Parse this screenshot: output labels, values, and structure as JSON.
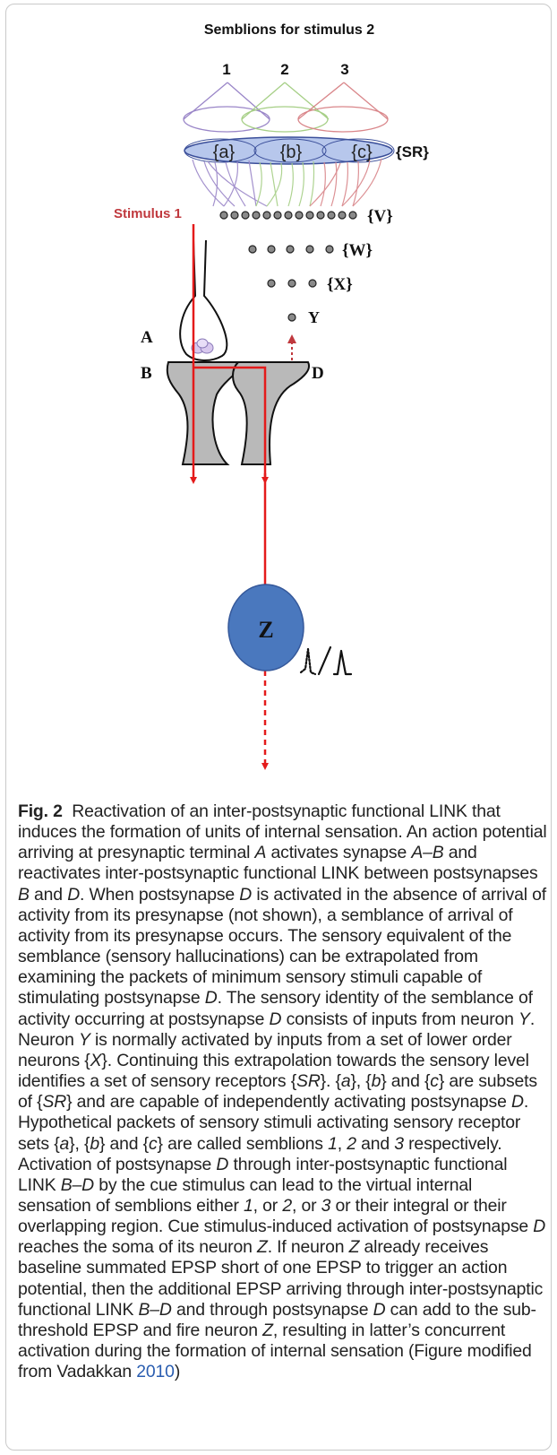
{
  "figure": {
    "title": "Semblions for stimulus 2",
    "semblion_numbers": [
      "1",
      "2",
      "3"
    ],
    "subset_labels": [
      "{a}",
      "{b}",
      "{c}"
    ],
    "sr_label": "{SR}",
    "stimulus_label": "Stimulus 1",
    "row_labels": {
      "v": "{V}",
      "w": "{W}",
      "x": "{X}",
      "y": "Y"
    },
    "synapse_labels": {
      "a": "A",
      "b": "B",
      "d": "D"
    },
    "neuron_label": "Z",
    "colors": {
      "purple": "#9a86c8",
      "green": "#a6cf86",
      "red_cone": "#d9868a",
      "sr_fill": "#b7c7ec",
      "sr_stroke": "#3b4f9a",
      "stimulus": "#e41b1b",
      "stimulus_label": "#c0393e",
      "neuron_z": "#4a78be",
      "synapse_fill": "#b9b9b9",
      "vesicle": "#d8c8ee"
    }
  },
  "caption": {
    "fig_label": "Fig. 2",
    "segments": [
      {
        "t": "Reactivation of an inter-postsynaptic functional LINK that induces the formation of units of internal sensation. An action potential arriving at presynaptic terminal "
      },
      {
        "t": "A",
        "i": true
      },
      {
        "t": " activates synapse "
      },
      {
        "t": "A–B",
        "i": true
      },
      {
        "t": " and reactivates inter-postsynaptic functional LINK between postsynapses "
      },
      {
        "t": "B",
        "i": true
      },
      {
        "t": " and "
      },
      {
        "t": "D",
        "i": true
      },
      {
        "t": ". When postsynapse "
      },
      {
        "t": "D",
        "i": true
      },
      {
        "t": " is activated in the absence of arrival of activity from its presynapse (not shown), a semblance of arrival of activity from its presynapse occurs. The sensory equivalent of the semblance (sensory hallucinations) can be extrapolated from examining the packets of minimum sensory stimuli capable of stimulating postsynapse "
      },
      {
        "t": "D",
        "i": true
      },
      {
        "t": ". The sensory identity of the semblance of activity occurring at postsynapse "
      },
      {
        "t": "D",
        "i": true
      },
      {
        "t": " consists of inputs from neuron "
      },
      {
        "t": "Y",
        "i": true
      },
      {
        "t": ". Neuron "
      },
      {
        "t": "Y",
        "i": true
      },
      {
        "t": " is normally activated by inputs from a set of lower order neurons {"
      },
      {
        "t": "X",
        "i": true
      },
      {
        "t": "}. Continuing this extrapolation towards the sensory level identifies a set of sensory receptors {"
      },
      {
        "t": "SR",
        "i": true
      },
      {
        "t": "}. {"
      },
      {
        "t": "a",
        "i": true
      },
      {
        "t": "}, {"
      },
      {
        "t": "b",
        "i": true
      },
      {
        "t": "} and {"
      },
      {
        "t": "c",
        "i": true
      },
      {
        "t": "} are subsets of {"
      },
      {
        "t": "SR",
        "i": true
      },
      {
        "t": "} and are capable of independently activating postsynapse "
      },
      {
        "t": "D",
        "i": true
      },
      {
        "t": ". Hypothetical packets of sensory stimuli activating sensory receptor sets {"
      },
      {
        "t": "a",
        "i": true
      },
      {
        "t": "}, {"
      },
      {
        "t": "b",
        "i": true
      },
      {
        "t": "} and {"
      },
      {
        "t": "c",
        "i": true
      },
      {
        "t": "} are called semblions "
      },
      {
        "t": "1",
        "i": true
      },
      {
        "t": ", "
      },
      {
        "t": "2",
        "i": true
      },
      {
        "t": " and "
      },
      {
        "t": "3",
        "i": true
      },
      {
        "t": " respectively. Activation of postsynapse "
      },
      {
        "t": "D",
        "i": true
      },
      {
        "t": " through inter-postsynaptic functional LINK "
      },
      {
        "t": "B–D",
        "i": true
      },
      {
        "t": " by the cue stimulus can lead to the virtual internal sensation of semblions either "
      },
      {
        "t": "1",
        "i": true
      },
      {
        "t": ", or "
      },
      {
        "t": "2",
        "i": true
      },
      {
        "t": ", or "
      },
      {
        "t": "3",
        "i": true
      },
      {
        "t": " or their integral or their overlapping region. Cue stimulus-induced activation of postsynapse "
      },
      {
        "t": "D",
        "i": true
      },
      {
        "t": " reaches the soma of its neuron "
      },
      {
        "t": "Z",
        "i": true
      },
      {
        "t": ". If neuron "
      },
      {
        "t": "Z",
        "i": true
      },
      {
        "t": " already receives baseline summated EPSP short of one EPSP to trigger an action potential, then the additional EPSP arriving through inter-postsynaptic functional LINK "
      },
      {
        "t": "B–D",
        "i": true
      },
      {
        "t": " and through postsynapse "
      },
      {
        "t": "D",
        "i": true
      },
      {
        "t": " can add to the sub-threshold EPSP and fire neuron "
      },
      {
        "t": "Z",
        "i": true
      },
      {
        "t": ", resulting in latter’s concurrent activation during the formation of internal sensation (Figure modified from Vadakkan "
      },
      {
        "t": "2010",
        "ref": true
      },
      {
        "t": ")"
      }
    ]
  }
}
